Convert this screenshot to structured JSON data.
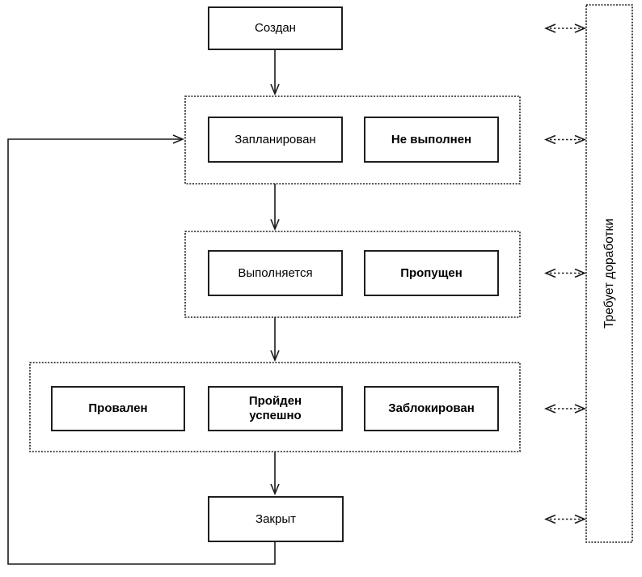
{
  "colors": {
    "line": "#1a1a1a",
    "box_border": "#1f1f1f",
    "background": "#ffffff",
    "text": "#000000"
  },
  "nodes": {
    "created": "Создан",
    "planned": "Запланирован",
    "not_executed": "Не выполнен",
    "in_progress": "Выполняется",
    "skipped": "Пропущен",
    "failed": "Провален",
    "passed": "Пройден успешно",
    "blocked": "Заблокирован",
    "closed": "Закрыт"
  },
  "sidebar": {
    "label": "Требует доработки"
  }
}
